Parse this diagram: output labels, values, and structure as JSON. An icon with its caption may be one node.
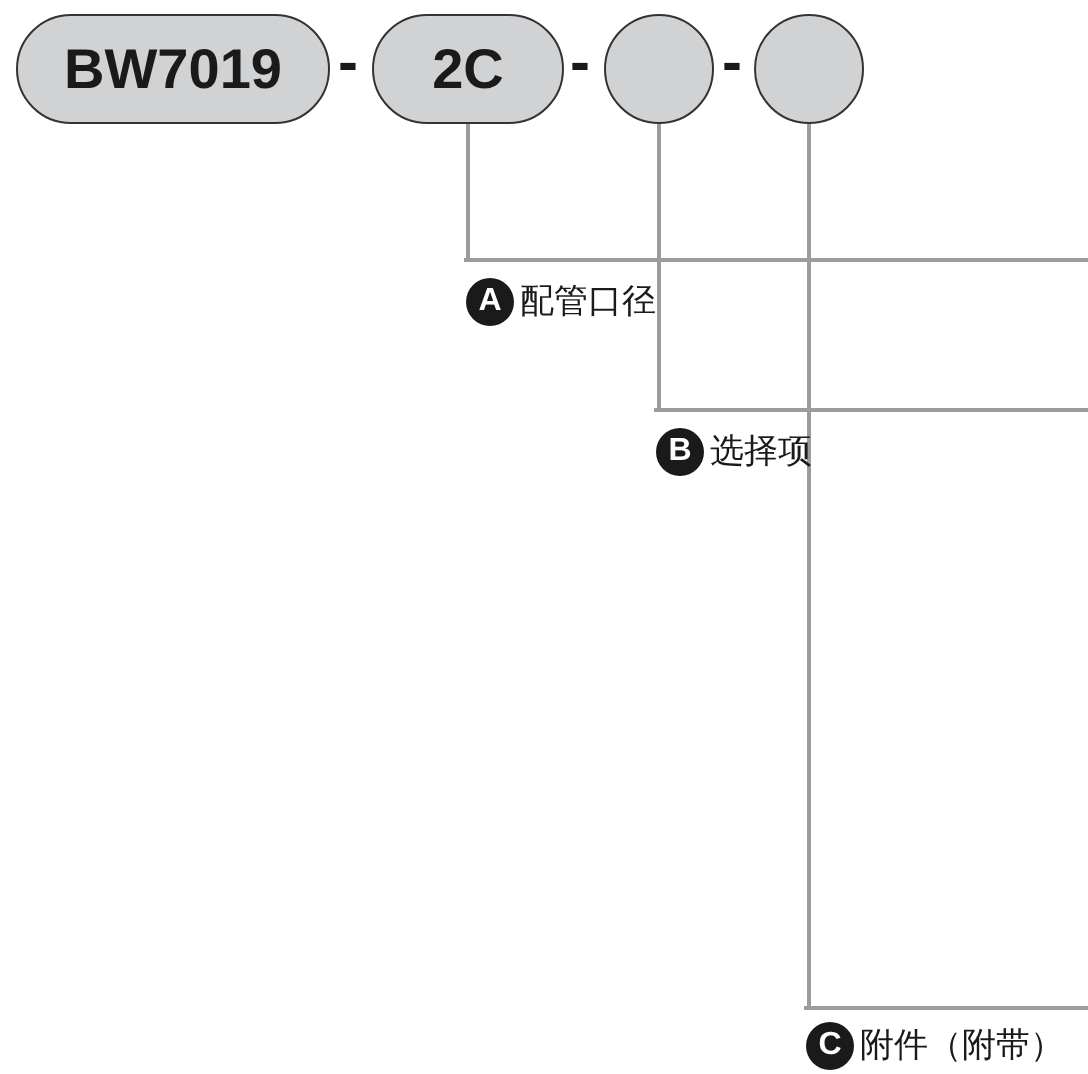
{
  "diagram": {
    "nodes": [
      {
        "text": [
          "BW7019"
        ]
      },
      {
        "text": [
          "2C"
        ]
      },
      {
        "text": [],
        "shape": "circle"
      },
      {
        "text": [],
        "shape": "circle"
      },
      {
        "text": [
          "A",
          "配管口径"
        ]
      },
      {
        "text": [
          "B",
          "选择项"
        ]
      },
      {
        "text": [
          "C",
          "附件（附带）"
        ]
      }
    ],
    "edges": [
      {
        "from": 1,
        "to": 4,
        "arrow": "none"
      },
      {
        "from": 2,
        "to": 5,
        "arrow": "none"
      },
      {
        "from": 3,
        "to": 6,
        "arrow": "none"
      }
    ],
    "labels": [
      "-",
      "-",
      "-"
    ]
  }
}
